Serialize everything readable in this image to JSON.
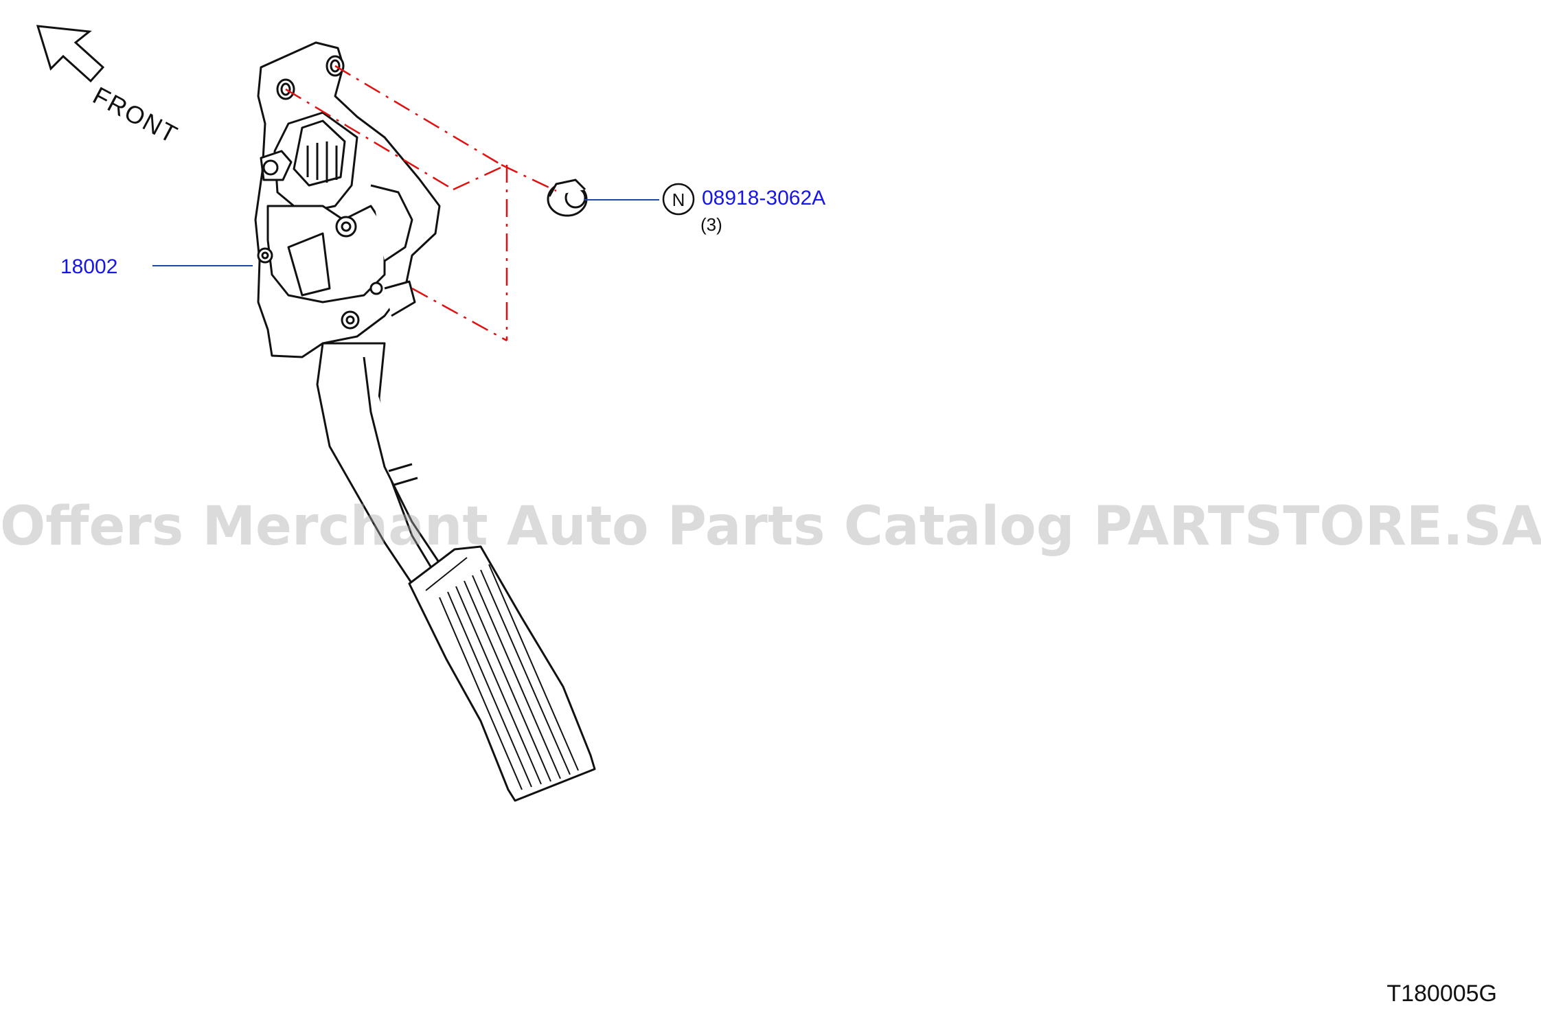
{
  "direction": {
    "label": "FRONT",
    "icon": "arrow-up-left-icon"
  },
  "parts": [
    {
      "id": "assembly",
      "number": "18002"
    },
    {
      "id": "nut",
      "number": "08918-3062A",
      "marker": "N",
      "quantity": "(3)"
    }
  ],
  "watermark": "Offers Merchant Auto Parts Catalog PARTSTORE.SA",
  "illustration_id": "T180005G",
  "colors": {
    "link": "#1616e6",
    "dash_line": "#e01010",
    "ink": "#111111",
    "watermark": "#aaaaaa"
  }
}
